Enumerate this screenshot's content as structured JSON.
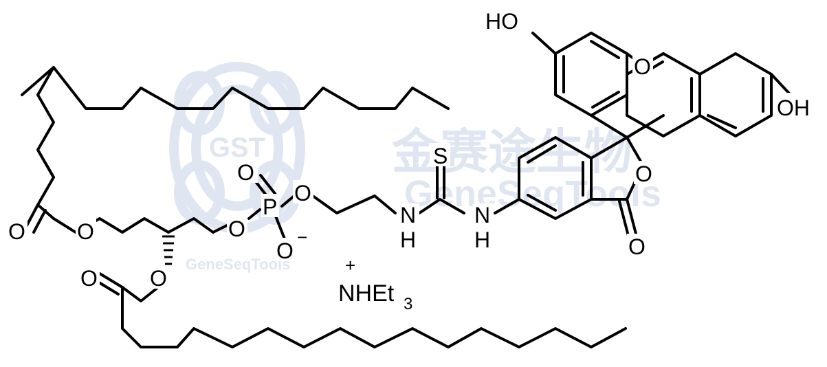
{
  "watermark": {
    "logo_text": "GST",
    "brand_cn": "金赛途生物",
    "brand_en": "GeneSeqTools",
    "brand_en_small": "GeneSeqTools",
    "color": "#c7d2e6"
  },
  "atoms": {
    "ho_top": "HO",
    "o_xanthene": "O",
    "oh_right": "OH",
    "s_thio": "S",
    "o_lactone_ring": "O",
    "o_lactone_carbonyl": "O",
    "n_left": "N",
    "h_left": "H",
    "n_right": "N",
    "h_right": "H",
    "o_phos_double": "O",
    "p": "P",
    "o_phos_right": "O",
    "o_phos_left": "O",
    "o_phos_minus": "O",
    "minus": "−",
    "o_ester_sn1": "O",
    "o_carbonyl_sn1": "O",
    "o_ester_sn2": "O",
    "o_carbonyl_sn2": "O"
  },
  "counterion": {
    "charge": "+",
    "nh": "NHEt",
    "subscript": "3"
  }
}
